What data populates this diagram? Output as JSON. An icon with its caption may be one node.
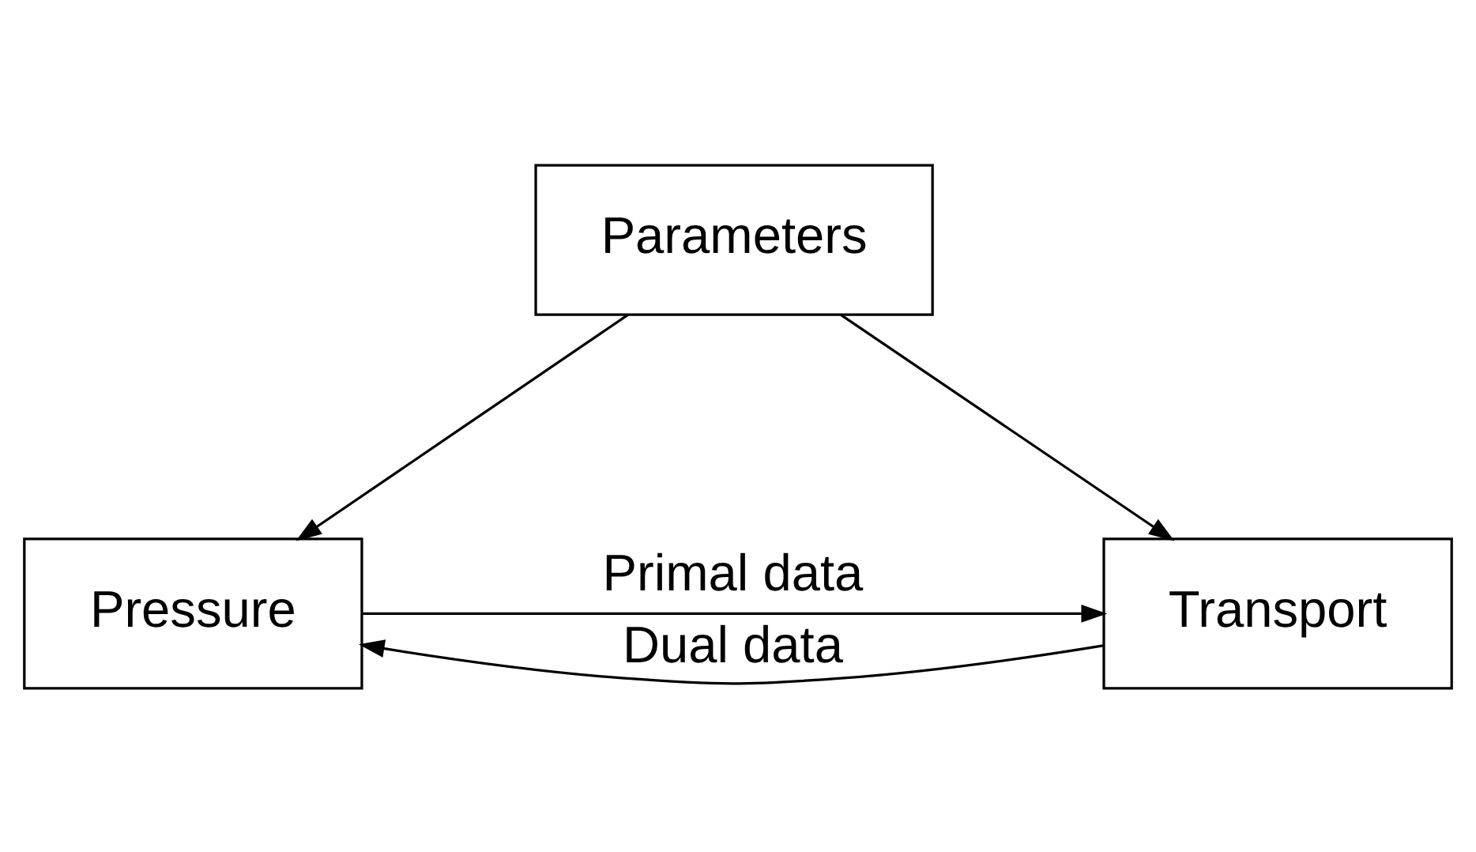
{
  "diagram": {
    "nodes": [
      {
        "text": [
          "Parameters"
        ]
      },
      {
        "text": [
          "Pressure"
        ]
      },
      {
        "text": [
          "Transport"
        ]
      }
    ],
    "edges": [
      {
        "from": 0,
        "to": 1,
        "arrow": "to"
      },
      {
        "from": 0,
        "to": 2,
        "arrow": "to"
      },
      {
        "from": 1,
        "to": 2,
        "arrow": "to",
        "label": "Primal data"
      },
      {
        "from": 2,
        "to": 1,
        "arrow": "to",
        "label": "Dual data"
      }
    ]
  }
}
